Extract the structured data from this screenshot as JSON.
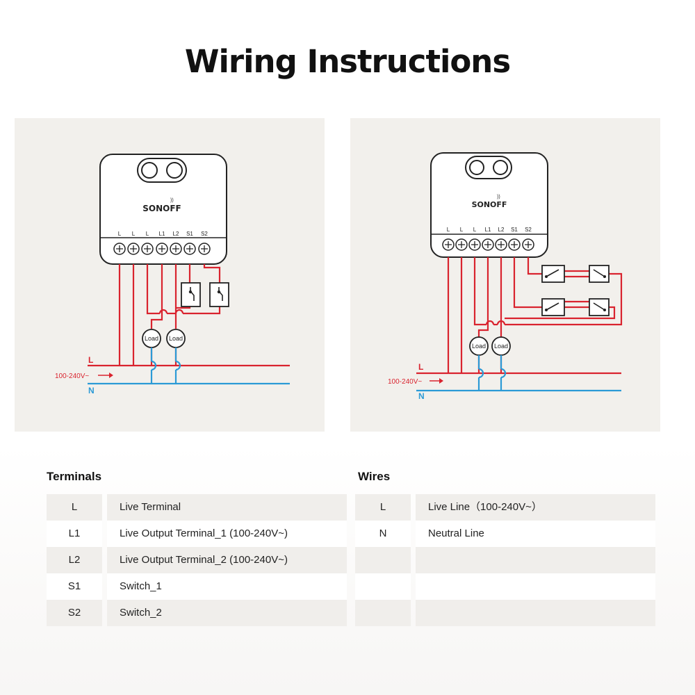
{
  "title": "Wiring Instructions",
  "colors": {
    "live": "#d9232e",
    "neutral": "#2b9ad6",
    "panel": "#f2f0ec"
  },
  "diagram_left": {
    "brand": "SONOFF",
    "terminals": [
      "L",
      "L",
      "L",
      "L1",
      "L2",
      "S1",
      "S2"
    ],
    "load_labels": [
      "Load",
      "Load"
    ],
    "line_label_live": "L",
    "line_label_neutral": "N",
    "voltage": "100-240V~"
  },
  "diagram_right": {
    "brand": "SONOFF",
    "terminals": [
      "L",
      "L",
      "L",
      "L1",
      "L2",
      "S1",
      "S2"
    ],
    "load_labels": [
      "Load",
      "Load"
    ],
    "line_label_live": "L",
    "line_label_neutral": "N",
    "voltage": "100-240V~"
  },
  "terminals_table": {
    "heading": "Terminals",
    "rows": [
      {
        "code": "L",
        "desc": "Live Terminal"
      },
      {
        "code": "L1",
        "desc": "Live Output Terminal_1 (100-240V~)"
      },
      {
        "code": "L2",
        "desc": "Live Output Terminal_2 (100-240V~)"
      },
      {
        "code": "S1",
        "desc": "Switch_1"
      },
      {
        "code": "S2",
        "desc": "Switch_2"
      }
    ]
  },
  "wires_table": {
    "heading": "Wires",
    "rows": [
      {
        "code": "L",
        "desc": "Live Line（100-240V~）"
      },
      {
        "code": "N",
        "desc": "Neutral Line"
      },
      {
        "code": "",
        "desc": ""
      },
      {
        "code": "",
        "desc": ""
      },
      {
        "code": "",
        "desc": ""
      }
    ]
  }
}
